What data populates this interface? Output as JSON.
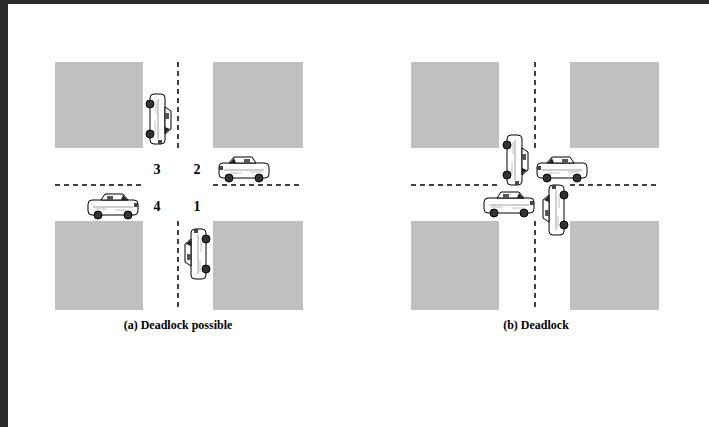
{
  "diagram": {
    "labels": [
      "3",
      "2",
      "4",
      "1",
      "(a) Deadlock possible",
      "(b) Deadlock"
    ]
  }
}
